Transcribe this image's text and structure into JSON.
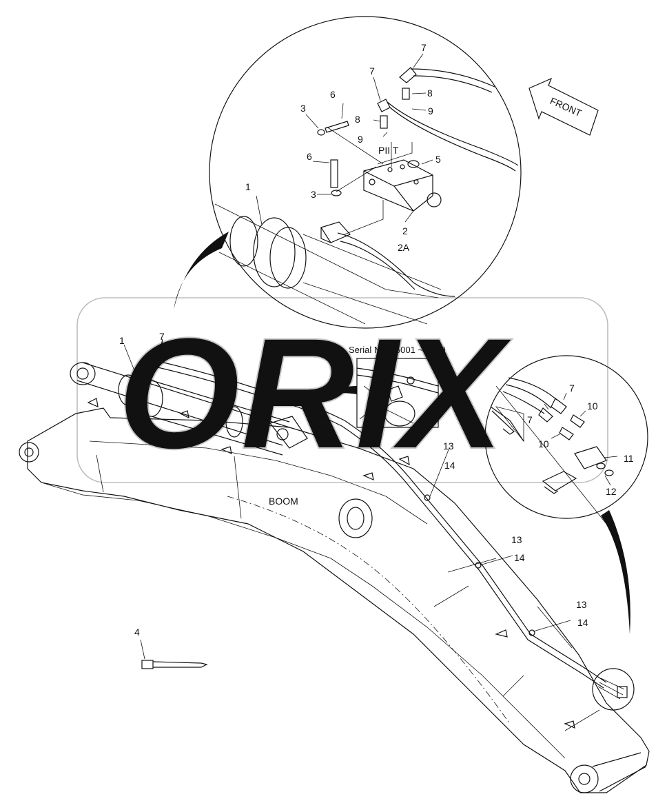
{
  "labels": {
    "front": "FRONT",
    "boom": "BOOM",
    "pilot_ports": "PII T",
    "serial": "Serial No. : 5001 ~ 5129",
    "part_2a": "2A"
  },
  "watermark": "ORIX",
  "callouts": {
    "p1a": "1",
    "p1b": "1",
    "p2": "2",
    "p3a": "3",
    "p3b": "3",
    "p4": "4",
    "p5": "5",
    "p6a": "6",
    "p6b": "6",
    "p7a": "7",
    "p7b": "7",
    "p7c": "7",
    "p7d": "7",
    "p7e": "7",
    "p8a": "8",
    "p8b": "8",
    "p9a": "9",
    "p9b": "9",
    "p10a": "10",
    "p10b": "10",
    "p11": "11",
    "p12": "12",
    "p13a": "13",
    "p13b": "13",
    "p13c": "13",
    "p14a": "14",
    "p14b": "14",
    "p14c": "14"
  },
  "colors": {
    "line": "#111111",
    "watermark": "#bdbdbd",
    "background": "#ffffff"
  }
}
